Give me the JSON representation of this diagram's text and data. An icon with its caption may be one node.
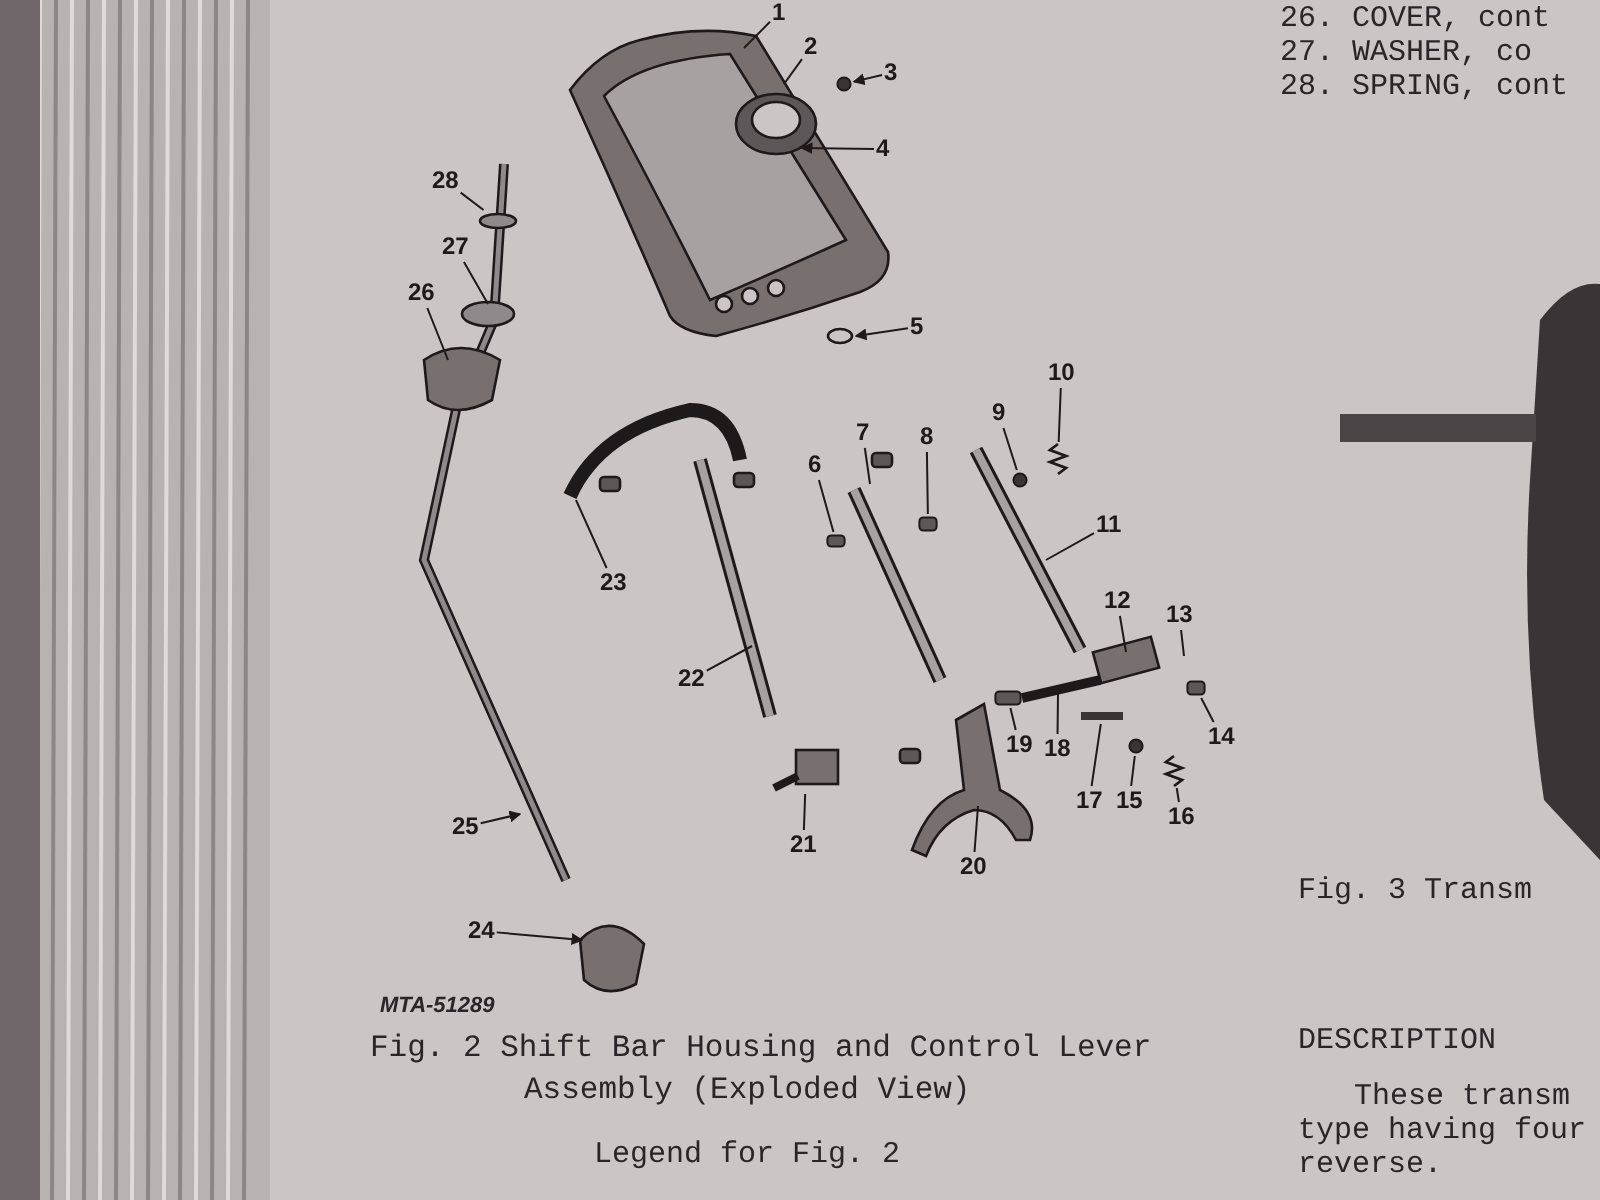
{
  "diagram": {
    "caption": "Fig. 2  Shift Bar Housing and Control Lever Assembly (Exploded View)",
    "nodes": [
      {
        "text": [
          "1"
        ]
      },
      {
        "text": [
          "2"
        ]
      },
      {
        "text": [
          "3"
        ]
      },
      {
        "text": [
          "4"
        ]
      },
      {
        "text": [
          "5"
        ]
      },
      {
        "text": [
          "6"
        ]
      },
      {
        "text": [
          "7"
        ]
      },
      {
        "text": [
          "8"
        ]
      },
      {
        "text": [
          "9"
        ]
      },
      {
        "text": [
          "10"
        ]
      },
      {
        "text": [
          "11"
        ]
      },
      {
        "text": [
          "12"
        ]
      },
      {
        "text": [
          "13"
        ]
      },
      {
        "text": [
          "14"
        ]
      },
      {
        "text": [
          "15"
        ]
      },
      {
        "text": [
          "16"
        ]
      },
      {
        "text": [
          "17"
        ]
      },
      {
        "text": [
          "18"
        ]
      },
      {
        "text": [
          "19"
        ]
      },
      {
        "text": [
          "20"
        ]
      },
      {
        "text": [
          "21"
        ]
      },
      {
        "text": [
          "22"
        ]
      },
      {
        "text": [
          "23"
        ]
      },
      {
        "text": [
          "24"
        ]
      },
      {
        "text": [
          "25"
        ]
      },
      {
        "text": [
          "26"
        ]
      },
      {
        "text": [
          "27"
        ]
      },
      {
        "text": [
          "28"
        ]
      },
      {
        "text": [],
        "shape": "circle"
      },
      {
        "text": [],
        "shape": "box"
      },
      {
        "text": [],
        "shape": "box"
      },
      {
        "text": [],
        "shape": "circle"
      },
      {
        "text": [],
        "shape": "picture"
      },
      {
        "text": [],
        "shape": "box"
      },
      {
        "text": [],
        "shape": "circle"
      },
      {
        "text": [],
        "shape": "picture"
      },
      {
        "text": [],
        "shape": "box"
      },
      {
        "text": [],
        "shape": "box"
      },
      {
        "text": [],
        "shape": "circle"
      },
      {
        "text": [],
        "shape": "box"
      }
    ],
    "edges": [
      {
        "from": 0,
        "to": null,
        "arrow": "none"
      },
      {
        "from": 1,
        "to": null,
        "arrow": "none"
      },
      {
        "from": 2,
        "to": 28,
        "arrow": "to"
      },
      {
        "from": 3,
        "to": null,
        "arrow": "to"
      },
      {
        "from": 4,
        "to": null,
        "arrow": "to"
      },
      {
        "from": 5,
        "to": 29,
        "arrow": "none"
      },
      {
        "from": 6,
        "to": null,
        "arrow": "none"
      },
      {
        "from": 7,
        "to": 30,
        "arrow": "none"
      },
      {
        "from": 8,
        "to": 31,
        "arrow": "none"
      },
      {
        "from": 9,
        "to": 32,
        "arrow": "none"
      },
      {
        "from": 10,
        "to": null,
        "arrow": "none"
      },
      {
        "from": 11,
        "to": null,
        "arrow": "none"
      },
      {
        "from": 12,
        "to": null,
        "arrow": "none"
      },
      {
        "from": 13,
        "to": 33,
        "arrow": "none"
      },
      {
        "from": 14,
        "to": 34,
        "arrow": "none"
      },
      {
        "from": 15,
        "to": 35,
        "arrow": "none"
      },
      {
        "from": 16,
        "to": 36,
        "arrow": "none"
      },
      {
        "from": 17,
        "to": null,
        "arrow": "none"
      },
      {
        "from": 18,
        "to": 39,
        "arrow": "none"
      },
      {
        "from": 19,
        "to": null,
        "arrow": "none"
      },
      {
        "from": 20,
        "to": 37,
        "arrow": "none"
      },
      {
        "from": 21,
        "to": null,
        "arrow": "none"
      },
      {
        "from": 22,
        "to": null,
        "arrow": "none"
      },
      {
        "from": 23,
        "to": null,
        "arrow": "to"
      },
      {
        "from": 24,
        "to": null,
        "arrow": "to"
      },
      {
        "from": 25,
        "to": null,
        "arrow": "none"
      },
      {
        "from": 26,
        "to": null,
        "arrow": "none"
      },
      {
        "from": 27,
        "to": 38,
        "arrow": "none"
      }
    ],
    "labels": [
      "26. COVER, cont",
      "27. WASHER, co",
      "28. SPRING, cont",
      "MTA-51289",
      "Legend for Fig. 2",
      "Fig. 3  Transm",
      "DESCRIPTION",
      "These transm type having four reverse."
    ]
  }
}
